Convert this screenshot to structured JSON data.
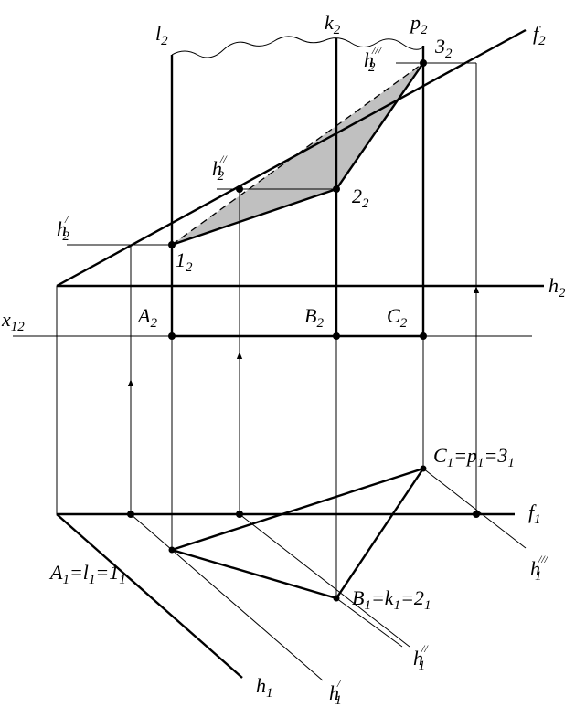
{
  "colors": {
    "ink": "#000000",
    "fill": "#c0c0c0",
    "paper": "#ffffff"
  },
  "labels": {
    "l2": {
      "base": "l",
      "sub": "2"
    },
    "k2": {
      "base": "k",
      "sub": "2"
    },
    "p2": {
      "base": "p",
      "sub": "2"
    },
    "f2": {
      "base": "f",
      "sub": "2"
    },
    "h2": {
      "base": "h",
      "sub": "2"
    },
    "x12": {
      "base": "x",
      "sub": "12"
    },
    "A2": {
      "base": "A",
      "sub": "2"
    },
    "B2": {
      "base": "B",
      "sub": "2"
    },
    "C2": {
      "base": "C",
      "sub": "2"
    },
    "pt1": {
      "base": "1",
      "sub": "2"
    },
    "pt2": {
      "base": "2",
      "sub": "2"
    },
    "pt3": {
      "base": "3",
      "sub": "2"
    },
    "h2a": {
      "base": "h",
      "sub": "2",
      "sup": "/"
    },
    "h2b": {
      "base": "h",
      "sub": "2",
      "sup": "//"
    },
    "h2c": {
      "base": "h",
      "sub": "2",
      "sup": "///"
    },
    "f1": {
      "base": "f",
      "sub": "1"
    },
    "h1": {
      "base": "h",
      "sub": "1"
    },
    "h1a": {
      "base": "h",
      "sub": "1",
      "sup": "/"
    },
    "h1b": {
      "base": "h",
      "sub": "1",
      "sup": "//"
    },
    "h1c": {
      "base": "h",
      "sub": "1",
      "sup": "///"
    },
    "A1": {
      "p1": "A",
      "s1": "1",
      "p2": "=l",
      "s2": "1",
      "p3": "=1",
      "s3": "1"
    },
    "B1": {
      "p1": "B",
      "s1": "1",
      "p2": "=k",
      "s2": "1",
      "p3": "=2",
      "s3": "1"
    },
    "C1": {
      "p1": "C",
      "s1": "1",
      "p2": "=p",
      "s2": "1",
      "p3": "=3",
      "s3": "1"
    }
  }
}
